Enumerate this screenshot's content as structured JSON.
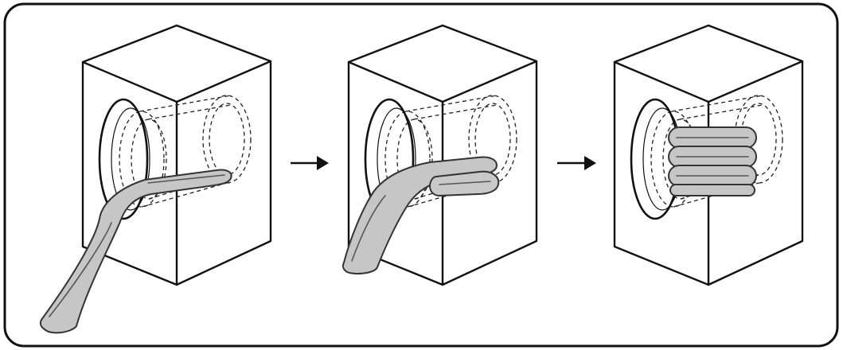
{
  "diagram": {
    "steps": [
      {
        "id": "step-1",
        "content": "drum-with-item-extended"
      },
      {
        "id": "step-2",
        "content": "drum-with-item-partly-folded"
      },
      {
        "id": "step-3",
        "content": "drum-with-item-folded-stack"
      }
    ],
    "connectors": [
      "arrow-right",
      "arrow-right"
    ],
    "colors": {
      "outline": "#111111",
      "dashed_drum": "#222222",
      "cloth_fill": "#c6c6c6",
      "cloth_stroke": "#333333",
      "frame_bg": "#ffffff"
    }
  }
}
